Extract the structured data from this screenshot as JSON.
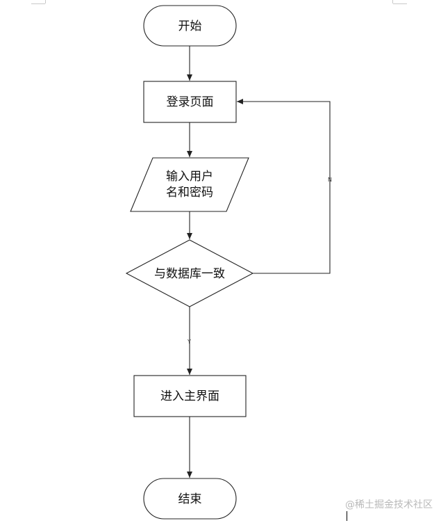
{
  "nodes": {
    "start": "开始",
    "login_page": "登录页面",
    "input_line1": "输入用户",
    "input_line2": "名和密码",
    "decision": "与数据库一致",
    "main_page": "进入主界面",
    "end": "结束"
  },
  "edges": {
    "no_label": "N",
    "yes_label": "Y"
  },
  "watermark": "@稀土掘金技术社区"
}
